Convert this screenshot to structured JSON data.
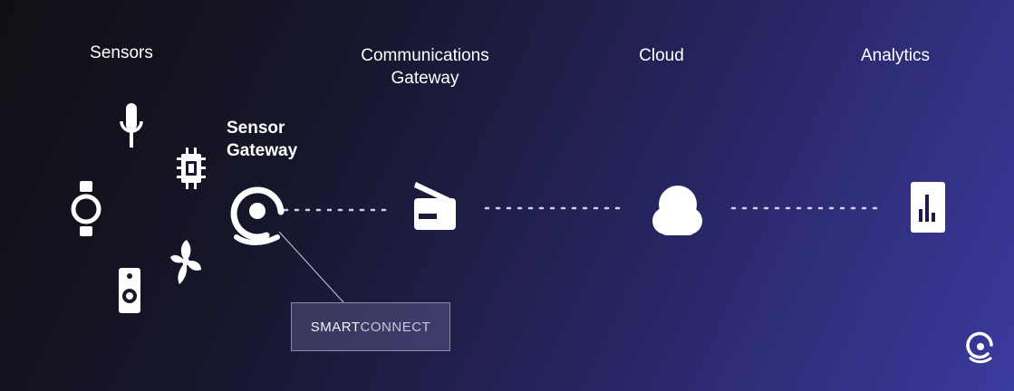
{
  "diagram": {
    "stages": {
      "sensors": "Sensors",
      "communications_gateway": "Communications Gateway",
      "cloud": "Cloud",
      "analytics": "Analytics"
    },
    "sensor_gateway_label": "Sensor Gateway",
    "callout": {
      "part1": "SMART",
      "part2": "CONNECT"
    },
    "sensor_icons": [
      "watch-icon",
      "microphone-icon",
      "chip-icon",
      "fan-icon",
      "speaker-icon"
    ],
    "gateway_icons": [
      "smartconnect-logo-icon",
      "router-icon",
      "cloud-icon",
      "bar-chart-icon"
    ],
    "colors": {
      "background_start": "#0f0f14",
      "background_end": "#3b3a9e",
      "foreground": "#ffffff"
    }
  }
}
